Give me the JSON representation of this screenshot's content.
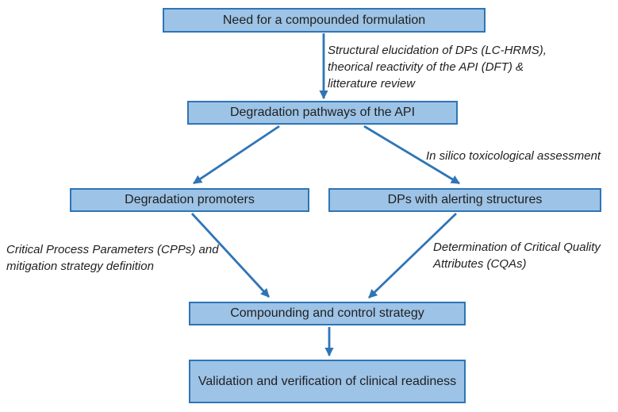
{
  "figure": {
    "background": "#ffffff",
    "colors": {
      "box_fill": "#9DC3E6",
      "box_border": "#2E75B6",
      "arrow": "#2E75B6",
      "text": "#1f1f1f"
    }
  },
  "nodes": [
    {
      "id": "need",
      "label": "Need for a compounded formulation"
    },
    {
      "id": "pathways",
      "label": "Degradation pathways of the API"
    },
    {
      "id": "promoters",
      "label": "Degradation promoters"
    },
    {
      "id": "alerting",
      "label": "DPs with alerting structures"
    },
    {
      "id": "compounding",
      "label": "Compounding and control strategy"
    },
    {
      "id": "validation",
      "label": "Validation and verification of clinical readiness"
    }
  ],
  "annotations": [
    {
      "id": "structural-elucidation",
      "lines": [
        "Structural elucidation of DPs (LC-HRMS),",
        "theorical reactivity of the API (DFT) &",
        "litterature review"
      ]
    },
    {
      "id": "in-silico-assessment",
      "lines": [
        "In silico toxicological assessment"
      ]
    },
    {
      "id": "cpps-mitigation",
      "lines": [
        "Critical Process Parameters (CPPs) and",
        "mitigation strategy definition"
      ]
    },
    {
      "id": "cqas-determination",
      "lines": [
        "Determination of Critical Quality",
        "Attributes (CQAs)"
      ]
    }
  ],
  "edges": [
    {
      "from": "need",
      "to": "pathways"
    },
    {
      "from": "pathways",
      "to": "promoters"
    },
    {
      "from": "pathways",
      "to": "alerting"
    },
    {
      "from": "promoters",
      "to": "compounding"
    },
    {
      "from": "alerting",
      "to": "compounding"
    },
    {
      "from": "compounding",
      "to": "validation"
    }
  ]
}
